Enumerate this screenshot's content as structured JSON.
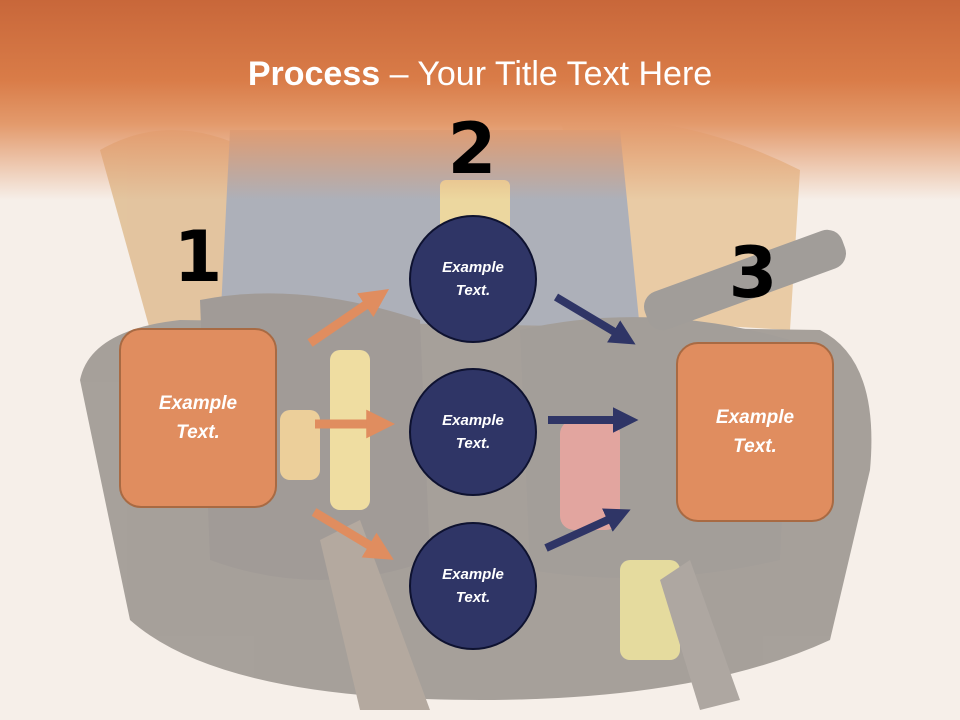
{
  "slide": {
    "title_bold": "Process",
    "title_dash": " – ",
    "title_rest": "Your Title Text Here"
  },
  "steps": {
    "step1": "1",
    "step2": "2",
    "step3": "3"
  },
  "nodes": {
    "left_box": "Example Text.",
    "circle_top": "Example Text.",
    "circle_middle": "Example Text.",
    "circle_bottom": "Example Text.",
    "right_box": "Example Text."
  },
  "colors": {
    "title_band": "#d97c48",
    "box_fill": "#e08d5f",
    "circle_fill": "#2f3566",
    "arrow_orange": "#e08d5f",
    "arrow_navy": "#2f3566"
  },
  "background_image": "tool-belt-photo"
}
